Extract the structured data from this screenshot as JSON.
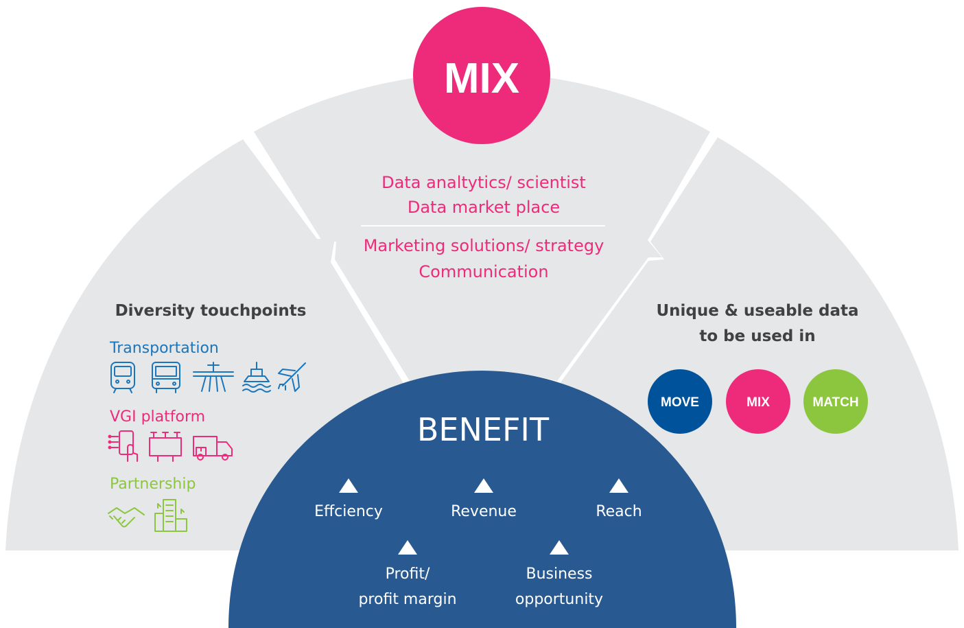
{
  "center_title": "MIX",
  "top_section": {
    "lines_group1": [
      "Data analtytics/ scientist",
      "Data market place"
    ],
    "lines_group2": [
      "Marketing solutions/ strategy",
      "Communication"
    ]
  },
  "left_section": {
    "heading": "Diversity touchpoints",
    "transportation": {
      "label": "Transportation",
      "icons": [
        "train-icon",
        "bus-icon",
        "expressway-icon",
        "ship-icon",
        "airplane-icon"
      ]
    },
    "vgi_platform": {
      "label": "VGI platform",
      "icons": [
        "mobile-touch-icon",
        "billboard-icon",
        "delivery-truck-icon"
      ]
    },
    "partnership": {
      "label": "Partnership",
      "icons": [
        "handshake-icon",
        "building-icon"
      ]
    }
  },
  "right_section": {
    "heading_line1": "Unique & useable data",
    "heading_line2": "to be used in",
    "circles": [
      {
        "label": "MOVE",
        "color": "#00539b"
      },
      {
        "label": "MIX",
        "color": "#ee2a7b"
      },
      {
        "label": "MATCH",
        "color": "#8cc63f"
      }
    ]
  },
  "benefit": {
    "title": "BENEFIT",
    "items_row1": [
      {
        "lines": [
          "Effciency"
        ]
      },
      {
        "lines": [
          "Revenue"
        ]
      },
      {
        "lines": [
          "Reach"
        ]
      }
    ],
    "items_row2": [
      {
        "lines": [
          "Profit/",
          "profit margin"
        ]
      },
      {
        "lines": [
          "Business",
          "opportunity"
        ]
      }
    ]
  },
  "colors": {
    "gray_fill": "#e6e7e8",
    "pink": "#ee2a7b",
    "dark_blue": "#285a91",
    "transport_blue": "#1b75bb",
    "green": "#8cc63f",
    "text_dark": "#414042"
  }
}
